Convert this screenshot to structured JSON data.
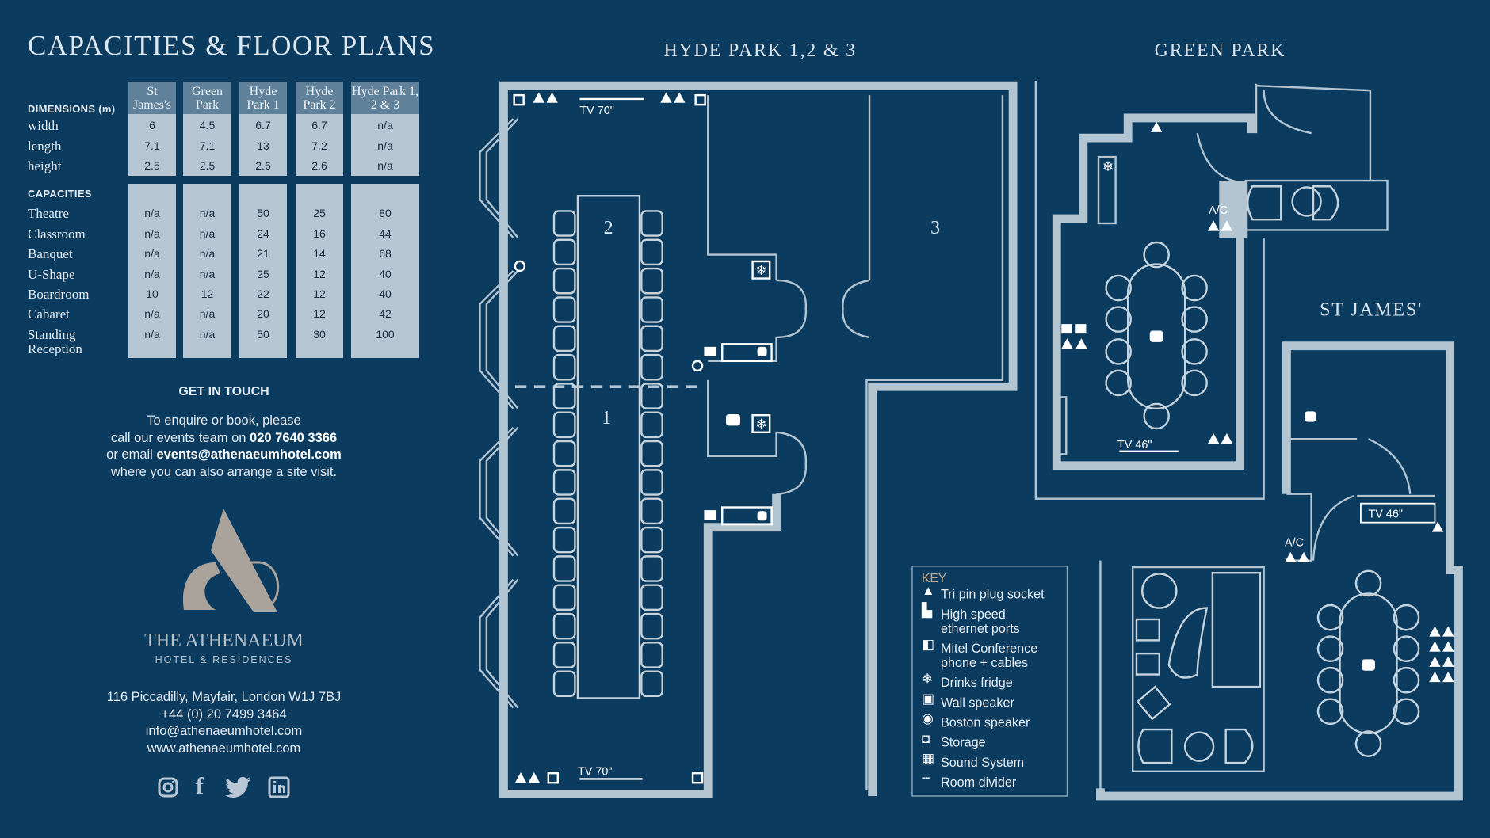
{
  "title": "CAPACITIES & FLOOR PLANS",
  "table": {
    "columns": [
      "St James's",
      "Green Park",
      "Hyde Park 1",
      "Hyde Park 2",
      "Hyde Park 1, 2 & 3"
    ],
    "dimensions_header": "DIMENSIONS (m)",
    "dimensions": [
      {
        "label": "width",
        "values": [
          "6",
          "4.5",
          "6.7",
          "6.7",
          "n/a"
        ]
      },
      {
        "label": "length",
        "values": [
          "7.1",
          "7.1",
          "13",
          "7.2",
          "n/a"
        ]
      },
      {
        "label": "height",
        "values": [
          "2.5",
          "2.5",
          "2.6",
          "2.6",
          "n/a"
        ]
      }
    ],
    "capacities_header": "CAPACITIES",
    "capacities": [
      {
        "label": "Theatre",
        "values": [
          "n/a",
          "n/a",
          "50",
          "25",
          "80"
        ]
      },
      {
        "label": "Classroom",
        "values": [
          "n/a",
          "n/a",
          "24",
          "16",
          "44"
        ]
      },
      {
        "label": "Banquet",
        "values": [
          "n/a",
          "n/a",
          "21",
          "14",
          "68"
        ]
      },
      {
        "label": "U-Shape",
        "values": [
          "n/a",
          "n/a",
          "25",
          "12",
          "40"
        ]
      },
      {
        "label": "Boardroom",
        "values": [
          "10",
          "12",
          "22",
          "12",
          "40"
        ]
      },
      {
        "label": "Cabaret",
        "values": [
          "n/a",
          "n/a",
          "20",
          "12",
          "42"
        ]
      },
      {
        "label": "Standing Reception",
        "values": [
          "n/a",
          "n/a",
          "50",
          "30",
          "100"
        ]
      }
    ]
  },
  "contact": {
    "heading": "GET IN TOUCH",
    "line1": "To enquire or book, please",
    "line2_prefix": "call our events team on ",
    "phone": "020 7640 3366",
    "line3_prefix": "or email ",
    "email": "events@athenaeumhotel.com",
    "line4": "where you can also arrange a site visit."
  },
  "logo": {
    "name": "THE ATHENAEUM",
    "subtitle": "HOTEL & RESIDENCES"
  },
  "address": {
    "street": "116 Piccadilly, Mayfair, London W1J 7BJ",
    "phone": "+44 (0) 20 7499 3464",
    "email": "info@athenaeumhotel.com",
    "web": "www.athenaeumhotel.com"
  },
  "social": [
    {
      "name": "instagram-icon",
      "glyph": "◙"
    },
    {
      "name": "facebook-icon",
      "glyph": "f"
    },
    {
      "name": "twitter-icon",
      "glyph": "🐦"
    },
    {
      "name": "linkedin-icon",
      "glyph": "in"
    }
  ],
  "plans": {
    "hyde_park": {
      "title": "HYDE PARK 1,2 & 3",
      "room1": "1",
      "room2": "2",
      "room3": "3",
      "tv_top": "TV 70\"",
      "tv_bottom": "TV 70\""
    },
    "green_park": {
      "title": "GREEN PARK",
      "ac": "A/C",
      "tv": "TV 46\""
    },
    "st_james": {
      "title": "ST JAMES'",
      "ac": "A/C",
      "tv": "TV 46\""
    }
  },
  "key": {
    "title": "KEY",
    "items": [
      {
        "icon": "tri-pin-plug-icon",
        "label": "Tri pin plug socket"
      },
      {
        "icon": "ethernet-port-icon",
        "label": "High speed ethernet ports"
      },
      {
        "icon": "conference-phone-icon",
        "label": "Mitel Conference phone + cables"
      },
      {
        "icon": "fridge-snowflake-icon",
        "label": "Drinks fridge"
      },
      {
        "icon": "wall-speaker-icon",
        "label": "Wall speaker"
      },
      {
        "icon": "boston-speaker-icon",
        "label": "Boston speaker"
      },
      {
        "icon": "storage-icon",
        "label": "Storage"
      },
      {
        "icon": "sound-system-icon",
        "label": "Sound System"
      },
      {
        "icon": "room-divider-icon",
        "label": "Room divider"
      }
    ]
  },
  "colors": {
    "background": "#0c3b60",
    "wall": "#b4c5d2",
    "header": "#5f8199",
    "cell": "#b6c6d3",
    "logo": "#a9a39c",
    "key_title": "#c9a77a"
  }
}
